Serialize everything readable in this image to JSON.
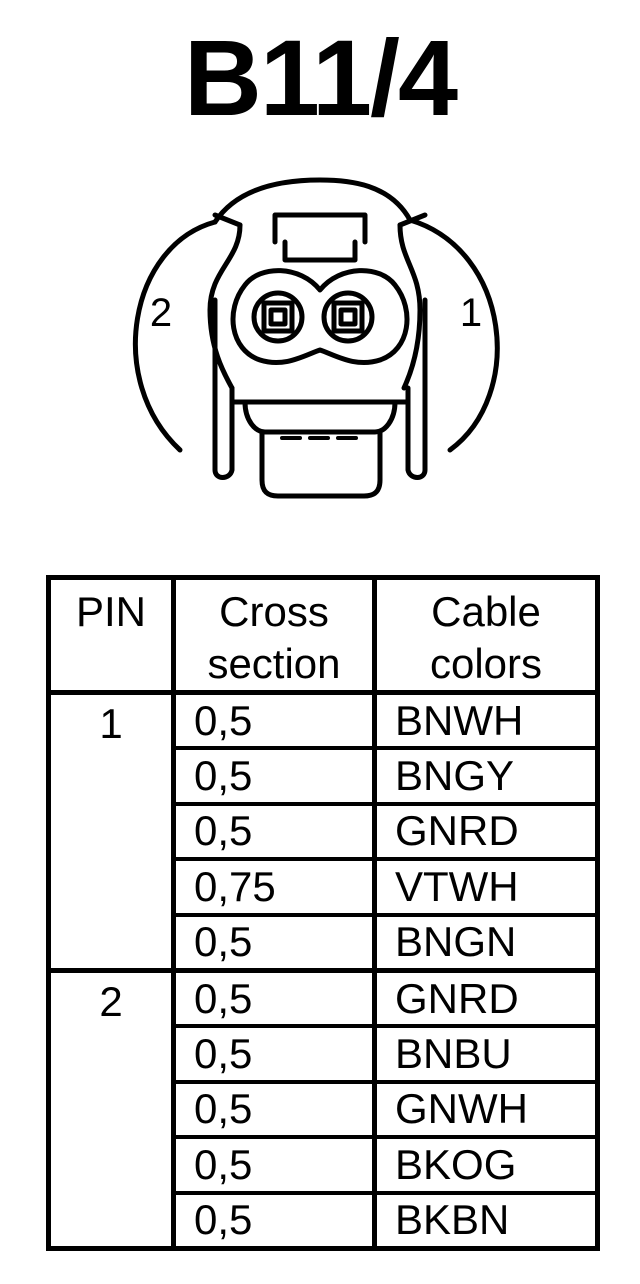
{
  "title": "B11/4",
  "connector": {
    "pin_left_label": "2",
    "pin_right_label": "1"
  },
  "table": {
    "headers": {
      "pin": "PIN",
      "cross_section": [
        "Cross",
        "section"
      ],
      "cable_colors": [
        "Cable",
        "colors"
      ]
    },
    "groups": [
      {
        "pin": "1",
        "rows": [
          {
            "cross_section": "0,5",
            "color": "BNWH"
          },
          {
            "cross_section": "0,5",
            "color": "BNGY"
          },
          {
            "cross_section": "0,5",
            "color": "GNRD"
          },
          {
            "cross_section": "0,75",
            "color": "VTWH"
          },
          {
            "cross_section": "0,5",
            "color": "BNGN"
          }
        ]
      },
      {
        "pin": "2",
        "rows": [
          {
            "cross_section": "0,5",
            "color": "GNRD"
          },
          {
            "cross_section": "0,5",
            "color": "BNBU"
          },
          {
            "cross_section": "0,5",
            "color": "GNWH"
          },
          {
            "cross_section": "0,5",
            "color": "BKOG"
          },
          {
            "cross_section": "0,5",
            "color": "BKBN"
          }
        ]
      }
    ]
  }
}
